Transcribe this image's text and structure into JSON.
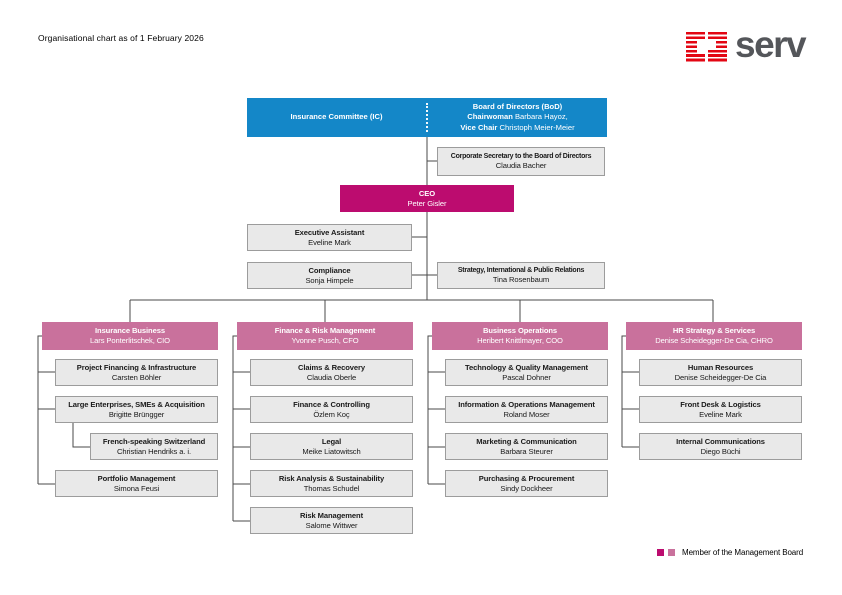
{
  "page": {
    "title": "Organisational chart as of 1 February 2026"
  },
  "logo": {
    "text": "serv",
    "icon": "serv-stripes-icon"
  },
  "top": {
    "insurance_committee": "Insurance Committee (IC)",
    "board": {
      "title": "Board of Directors (BoD)",
      "chair_label": "Chairwoman",
      "chair_name": "Barbara Hayoz,",
      "vice_label": "Vice Chair",
      "vice_name": "Christoph Meier-Meier"
    },
    "corporate_secretary": {
      "title": "Corporate Secretary to the Board of Directors",
      "name": "Claudia Bacher"
    }
  },
  "ceo": {
    "title": "CEO",
    "name": "Peter Gisler"
  },
  "staff": {
    "executive_assistant": {
      "title": "Executive Assistant",
      "name": "Eveline Mark"
    },
    "compliance": {
      "title": "Compliance",
      "name": "Sonja Himpele"
    },
    "strategy": {
      "title": "Strategy, International & Public Relations",
      "name": "Tina Rosenbaum"
    }
  },
  "divisions": [
    {
      "title": "Insurance Business",
      "head": "Lars Ponterlitschek, CIO",
      "units": [
        {
          "title": "Project Financing & Infrastructure",
          "name": "Carsten Böhler"
        },
        {
          "title": "Large Enterprises, SMEs & Acquisition",
          "name": "Brigitte Brüngger"
        },
        {
          "title": "French-speaking Switzerland",
          "name": "Christian Hendriks a. i."
        },
        {
          "title": "Portfolio Management",
          "name": "Simona Feusi"
        }
      ]
    },
    {
      "title": "Finance & Risk Management",
      "head": "Yvonne Pusch, CFO",
      "units": [
        {
          "title": "Claims & Recovery",
          "name": "Claudia Oberle"
        },
        {
          "title": "Finance & Controlling",
          "name": "Özlem Koç"
        },
        {
          "title": "Legal",
          "name": "Meike Liatowitsch"
        },
        {
          "title": "Risk Analysis & Sustainability",
          "name": "Thomas Schudel"
        },
        {
          "title": "Risk Management",
          "name": "Salome Wittwer"
        }
      ]
    },
    {
      "title": "Business Operations",
      "head": "Heribert Knittlmayer, COO",
      "units": [
        {
          "title": "Technology & Quality Management",
          "name": "Pascal Dohner"
        },
        {
          "title": "Information & Operations Management",
          "name": "Roland Moser"
        },
        {
          "title": "Marketing & Communication",
          "name": "Barbara Steurer"
        },
        {
          "title": "Purchasing & Procurement",
          "name": "Sindy Dockheer"
        }
      ]
    },
    {
      "title": "HR Strategy & Services",
      "head": "Denise Scheidegger-De Cia, CHRO",
      "units": [
        {
          "title": "Human Resources",
          "name": "Denise Scheidegger-De Cia"
        },
        {
          "title": "Front Desk & Logistics",
          "name": "Eveline Mark"
        },
        {
          "title": "Internal Communications",
          "name": "Diego Büchi"
        }
      ]
    }
  ],
  "legend": {
    "label": "Member of the Management Board"
  },
  "colors": {
    "blue": "#1487C8",
    "magenta": "#BC0C6F",
    "pink": "#C9719C",
    "box_fill": "#E9E9E9",
    "box_border": "#9C9C9C",
    "connector_line": "#4A4A4A",
    "logo_red": "#E30613",
    "logo_gray": "#54565A"
  }
}
